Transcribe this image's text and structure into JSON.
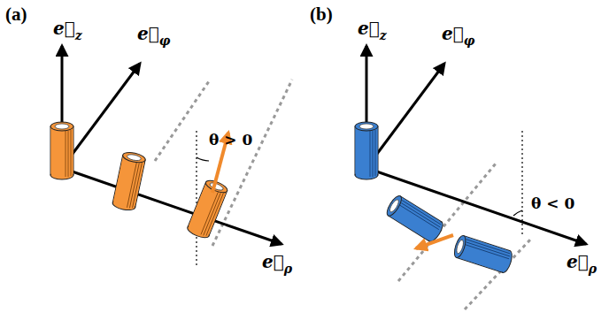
{
  "diagram": {
    "labels": [
      "(a)",
      "e⃗z",
      "e⃗φ",
      "θ > 0",
      "e⃗ρ",
      "(b)",
      "e⃗z",
      "e⃗φ",
      "θ < 0",
      "e⃗ρ"
    ]
  }
}
